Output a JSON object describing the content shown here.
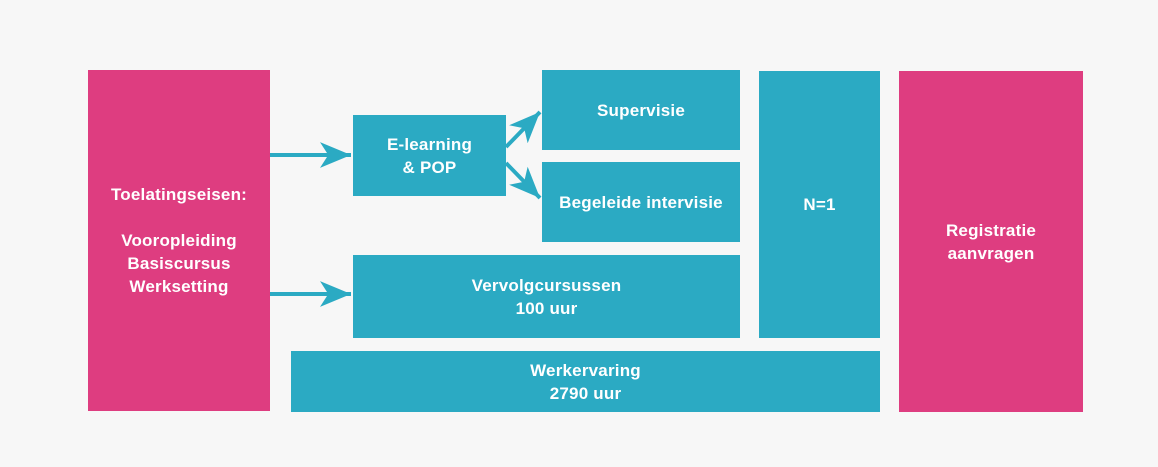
{
  "colors": {
    "background": "#f7f7f7",
    "pink": "#de3d80",
    "teal": "#2baac3",
    "text": "#ffffff"
  },
  "diagram": {
    "admission": {
      "title": "Toelatingseisen:",
      "items": [
        "Vooropleiding",
        "Basiscursus",
        "Werksetting"
      ]
    },
    "elearning": {
      "lines": [
        "E-learning",
        "& POP"
      ]
    },
    "supervision": {
      "label": "Supervisie"
    },
    "guided_intervision": {
      "label": "Begeleide intervisie"
    },
    "follow_up_courses": {
      "lines": [
        "Vervolgcursussen",
        "100 uur"
      ]
    },
    "n_equals_one": {
      "label": "N=1"
    },
    "work_experience": {
      "lines": [
        "Werkervaring",
        "2790 uur"
      ]
    },
    "registration": {
      "lines": [
        "Registratie",
        "aanvragen"
      ]
    }
  }
}
